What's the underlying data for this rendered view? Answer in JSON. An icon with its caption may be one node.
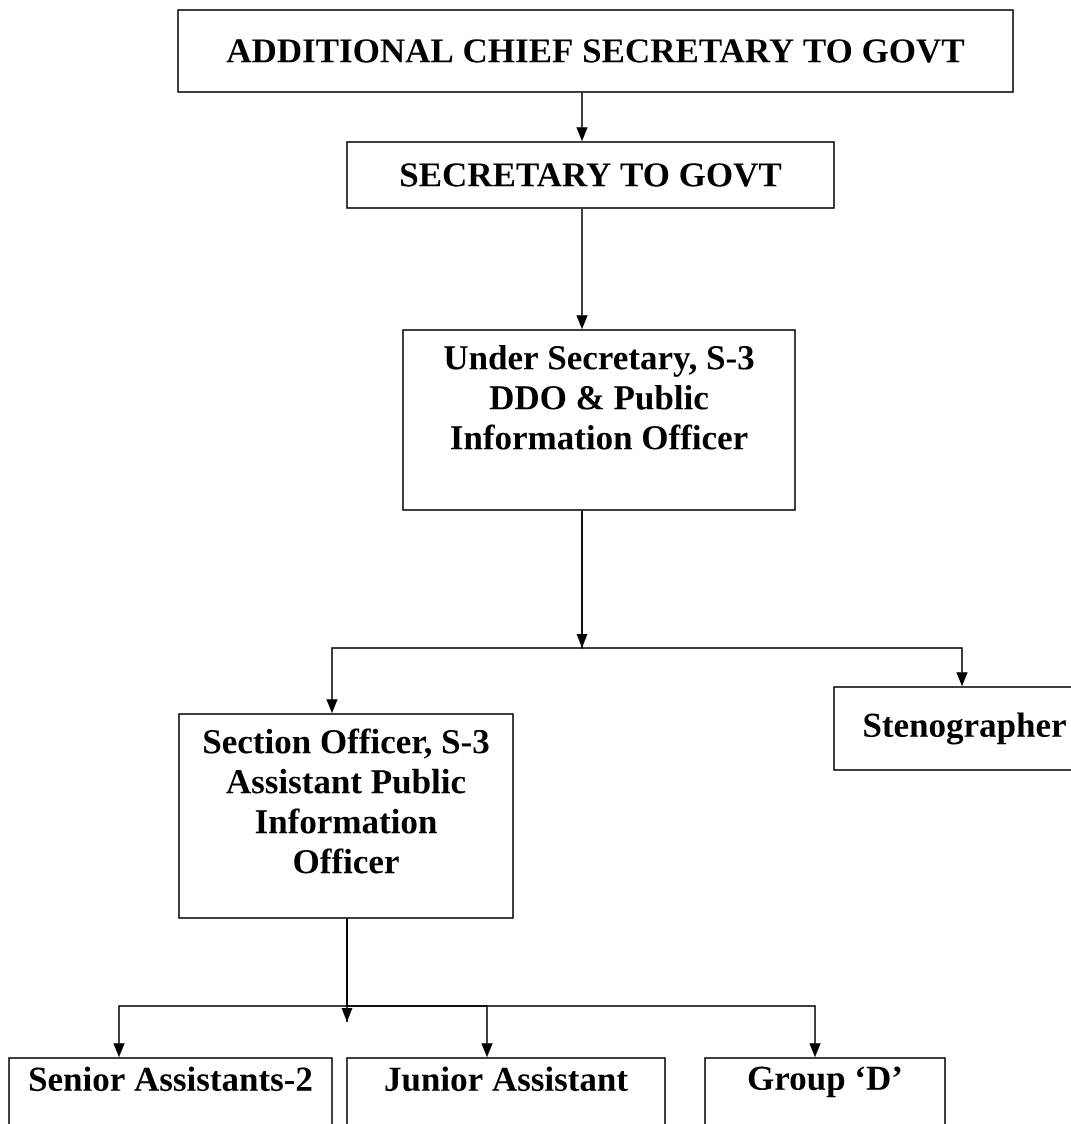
{
  "diagram": {
    "nodes": [
      {
        "text": [
          "ADDITIONAL CHIEF SECRETARY TO GOVT"
        ]
      },
      {
        "text": [
          "SECRETARY TO GOVT"
        ]
      },
      {
        "text": [
          "Under Secretary, S-3 DDO & Public Information Officer"
        ]
      },
      {
        "text": [
          "Stenographer"
        ]
      },
      {
        "text": [
          "Section Officer, S-3 Assistant Public Information Officer"
        ]
      },
      {
        "text": [
          "Senior Assistants-2"
        ]
      },
      {
        "text": [
          "Junior Assistant"
        ]
      },
      {
        "text": [
          "Group ‘D’"
        ]
      }
    ],
    "edges": [
      {
        "from": 0,
        "to": 1,
        "arrow": "to"
      },
      {
        "from": 1,
        "to": 2,
        "arrow": "to"
      },
      {
        "from": 2,
        "to": 4,
        "arrow": "to"
      },
      {
        "from": 2,
        "to": 3,
        "arrow": "to"
      },
      {
        "from": 4,
        "to": 5,
        "arrow": "to"
      },
      {
        "from": 4,
        "to": 6,
        "arrow": "to"
      },
      {
        "from": 4,
        "to": 7,
        "arrow": "to"
      }
    ]
  }
}
